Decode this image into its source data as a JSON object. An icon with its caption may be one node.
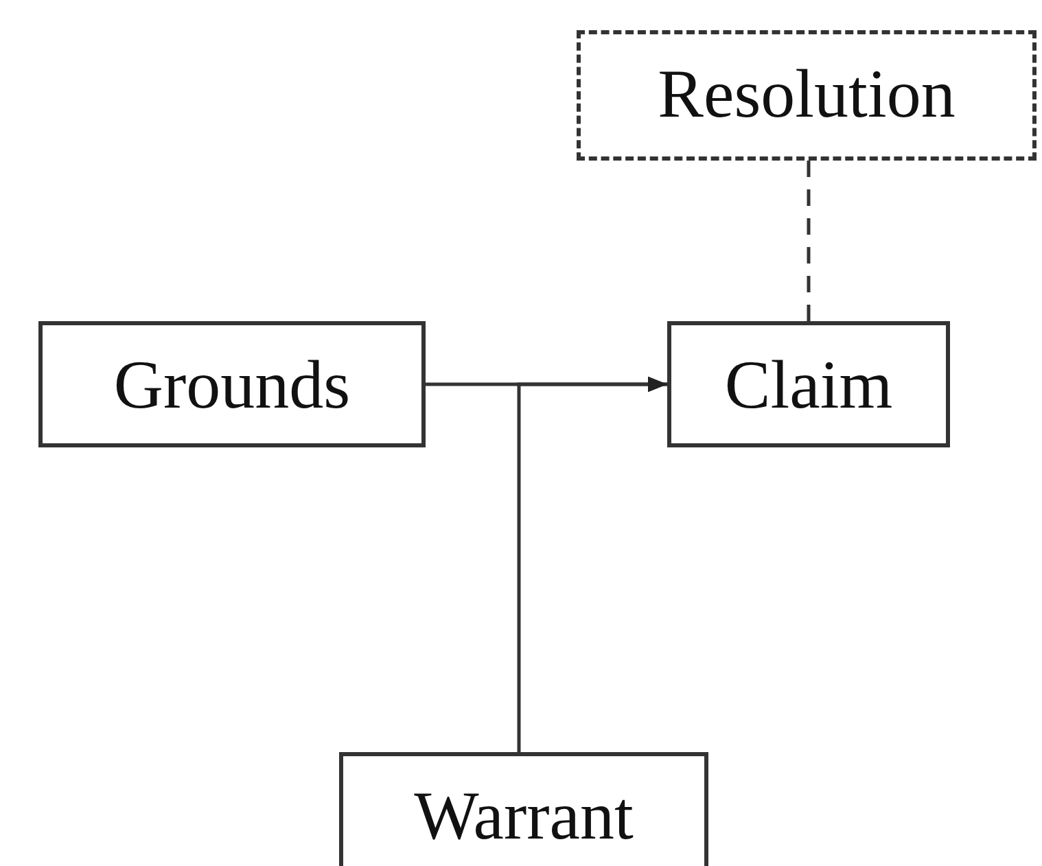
{
  "diagram": {
    "nodes": [
      {
        "text": [
          "Resolution"
        ]
      },
      {
        "text": [
          "Grounds"
        ]
      },
      {
        "text": [
          "Claim"
        ]
      },
      {
        "text": [
          "Warrant"
        ]
      }
    ],
    "edges": [
      {
        "from": 1,
        "to": 2,
        "arrow": "to"
      },
      {
        "from": 3,
        "to": 2,
        "arrow": "to"
      },
      {
        "from": 0,
        "to": 2,
        "arrow": "none",
        "style": "dashed"
      }
    ]
  }
}
